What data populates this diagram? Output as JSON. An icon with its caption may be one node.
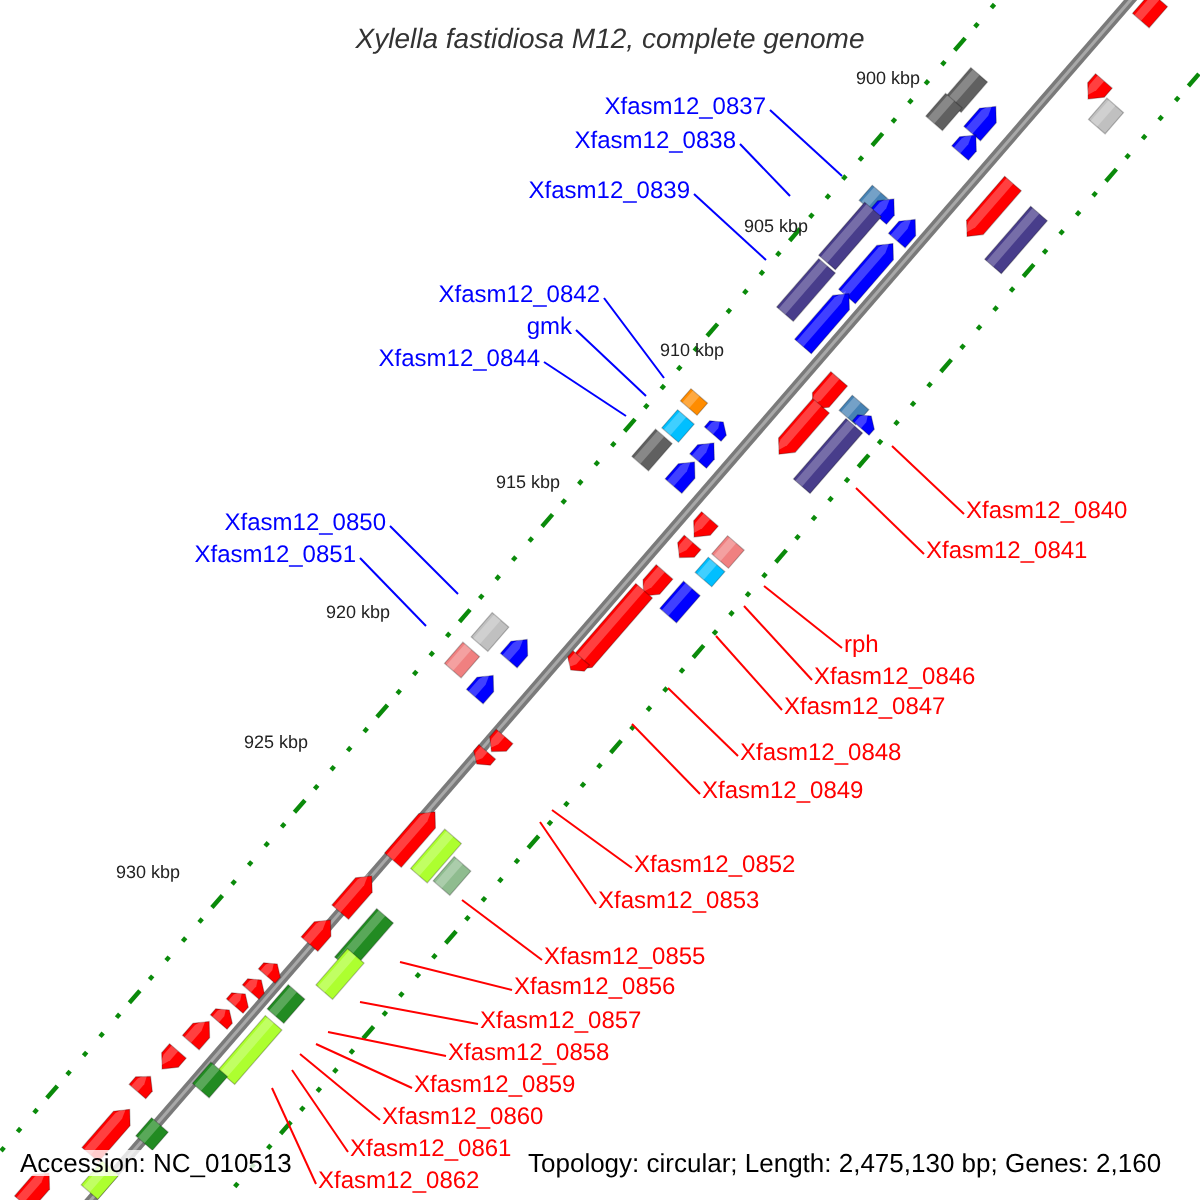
{
  "diagram": {
    "title": "Xylella fastidiosa M12, complete genome",
    "nodes": [
      {
        "text": [
          "Xfasm12_0837"
        ]
      },
      {
        "text": [
          "Xfasm12_0838"
        ]
      },
      {
        "text": [
          "Xfasm12_0839"
        ]
      },
      {
        "text": [
          "Xfasm12_0842"
        ]
      },
      {
        "text": [
          "gmk"
        ]
      },
      {
        "text": [
          "Xfasm12_0844"
        ]
      },
      {
        "text": [
          "Xfasm12_0840"
        ]
      },
      {
        "text": [
          "Xfasm12_0850"
        ]
      },
      {
        "text": [
          "Xfasm12_0841"
        ]
      },
      {
        "text": [
          "Xfasm12_0851"
        ]
      },
      {
        "text": [
          "rph"
        ]
      },
      {
        "text": [
          "Xfasm12_0846"
        ]
      },
      {
        "text": [
          "Xfasm12_0847"
        ]
      },
      {
        "text": [
          "Xfasm12_0848"
        ]
      },
      {
        "text": [
          "Xfasm12_0849"
        ]
      },
      {
        "text": [
          "Xfasm12_0852"
        ]
      },
      {
        "text": [
          "Xfasm12_0853"
        ]
      },
      {
        "text": [
          "Xfasm12_0855"
        ]
      },
      {
        "text": [
          "Xfasm12_0856"
        ]
      },
      {
        "text": [
          "Xfasm12_0857"
        ]
      },
      {
        "text": [
          "Xfasm12_0858"
        ]
      },
      {
        "text": [
          "Xfasm12_0859"
        ]
      },
      {
        "text": [
          "Xfasm12_0860"
        ]
      },
      {
        "text": [
          "Xfasm12_0861"
        ]
      },
      {
        "text": [
          "Xfasm12_0862"
        ]
      }
    ],
    "edges": [
      {
        "from": 0,
        "to": null,
        "arrow": "none",
        "color": "#0000ff"
      },
      {
        "from": 1,
        "to": null,
        "arrow": "none",
        "color": "#0000ff"
      },
      {
        "from": 2,
        "to": null,
        "arrow": "none",
        "color": "#0000ff"
      },
      {
        "from": 3,
        "to": null,
        "arrow": "none",
        "color": "#0000ff"
      },
      {
        "from": 4,
        "to": null,
        "arrow": "none",
        "color": "#0000ff"
      },
      {
        "from": 5,
        "to": null,
        "arrow": "none",
        "color": "#0000ff"
      },
      {
        "from": 6,
        "to": null,
        "arrow": "none"
      },
      {
        "from": 7,
        "to": null,
        "arrow": "none",
        "color": "#0000ff"
      },
      {
        "from": 8,
        "to": null,
        "arrow": "none"
      },
      {
        "from": 9,
        "to": null,
        "arrow": "none",
        "color": "#0000ff"
      },
      {
        "from": 10,
        "to": null,
        "arrow": "none"
      },
      {
        "from": 11,
        "to": null,
        "arrow": "none"
      },
      {
        "from": 12,
        "to": null,
        "arrow": "none"
      },
      {
        "from": 13,
        "to": null,
        "arrow": "none"
      },
      {
        "from": 14,
        "to": null,
        "arrow": "none"
      },
      {
        "from": 15,
        "to": null,
        "arrow": "none"
      },
      {
        "from": 16,
        "to": null,
        "arrow": "none"
      },
      {
        "from": 17,
        "to": null,
        "arrow": "none"
      },
      {
        "from": 18,
        "to": null,
        "arrow": "none"
      },
      {
        "from": 19,
        "to": null,
        "arrow": "none"
      },
      {
        "from": 20,
        "to": null,
        "arrow": "none"
      },
      {
        "from": 21,
        "to": null,
        "arrow": "none"
      },
      {
        "from": 22,
        "to": null,
        "arrow": "none"
      },
      {
        "from": 23,
        "to": null,
        "arrow": "none"
      },
      {
        "from": 24,
        "to": null,
        "arrow": "none"
      }
    ],
    "labels": [
      "900 kbp",
      "905 kbp",
      "910 kbp",
      "915 kbp",
      "920 kbp",
      "925 kbp",
      "930 kbp",
      "Accession: NC_010513",
      "Topology: circular; Length: 2,475,130 bp; Genes: 2,160"
    ]
  }
}
